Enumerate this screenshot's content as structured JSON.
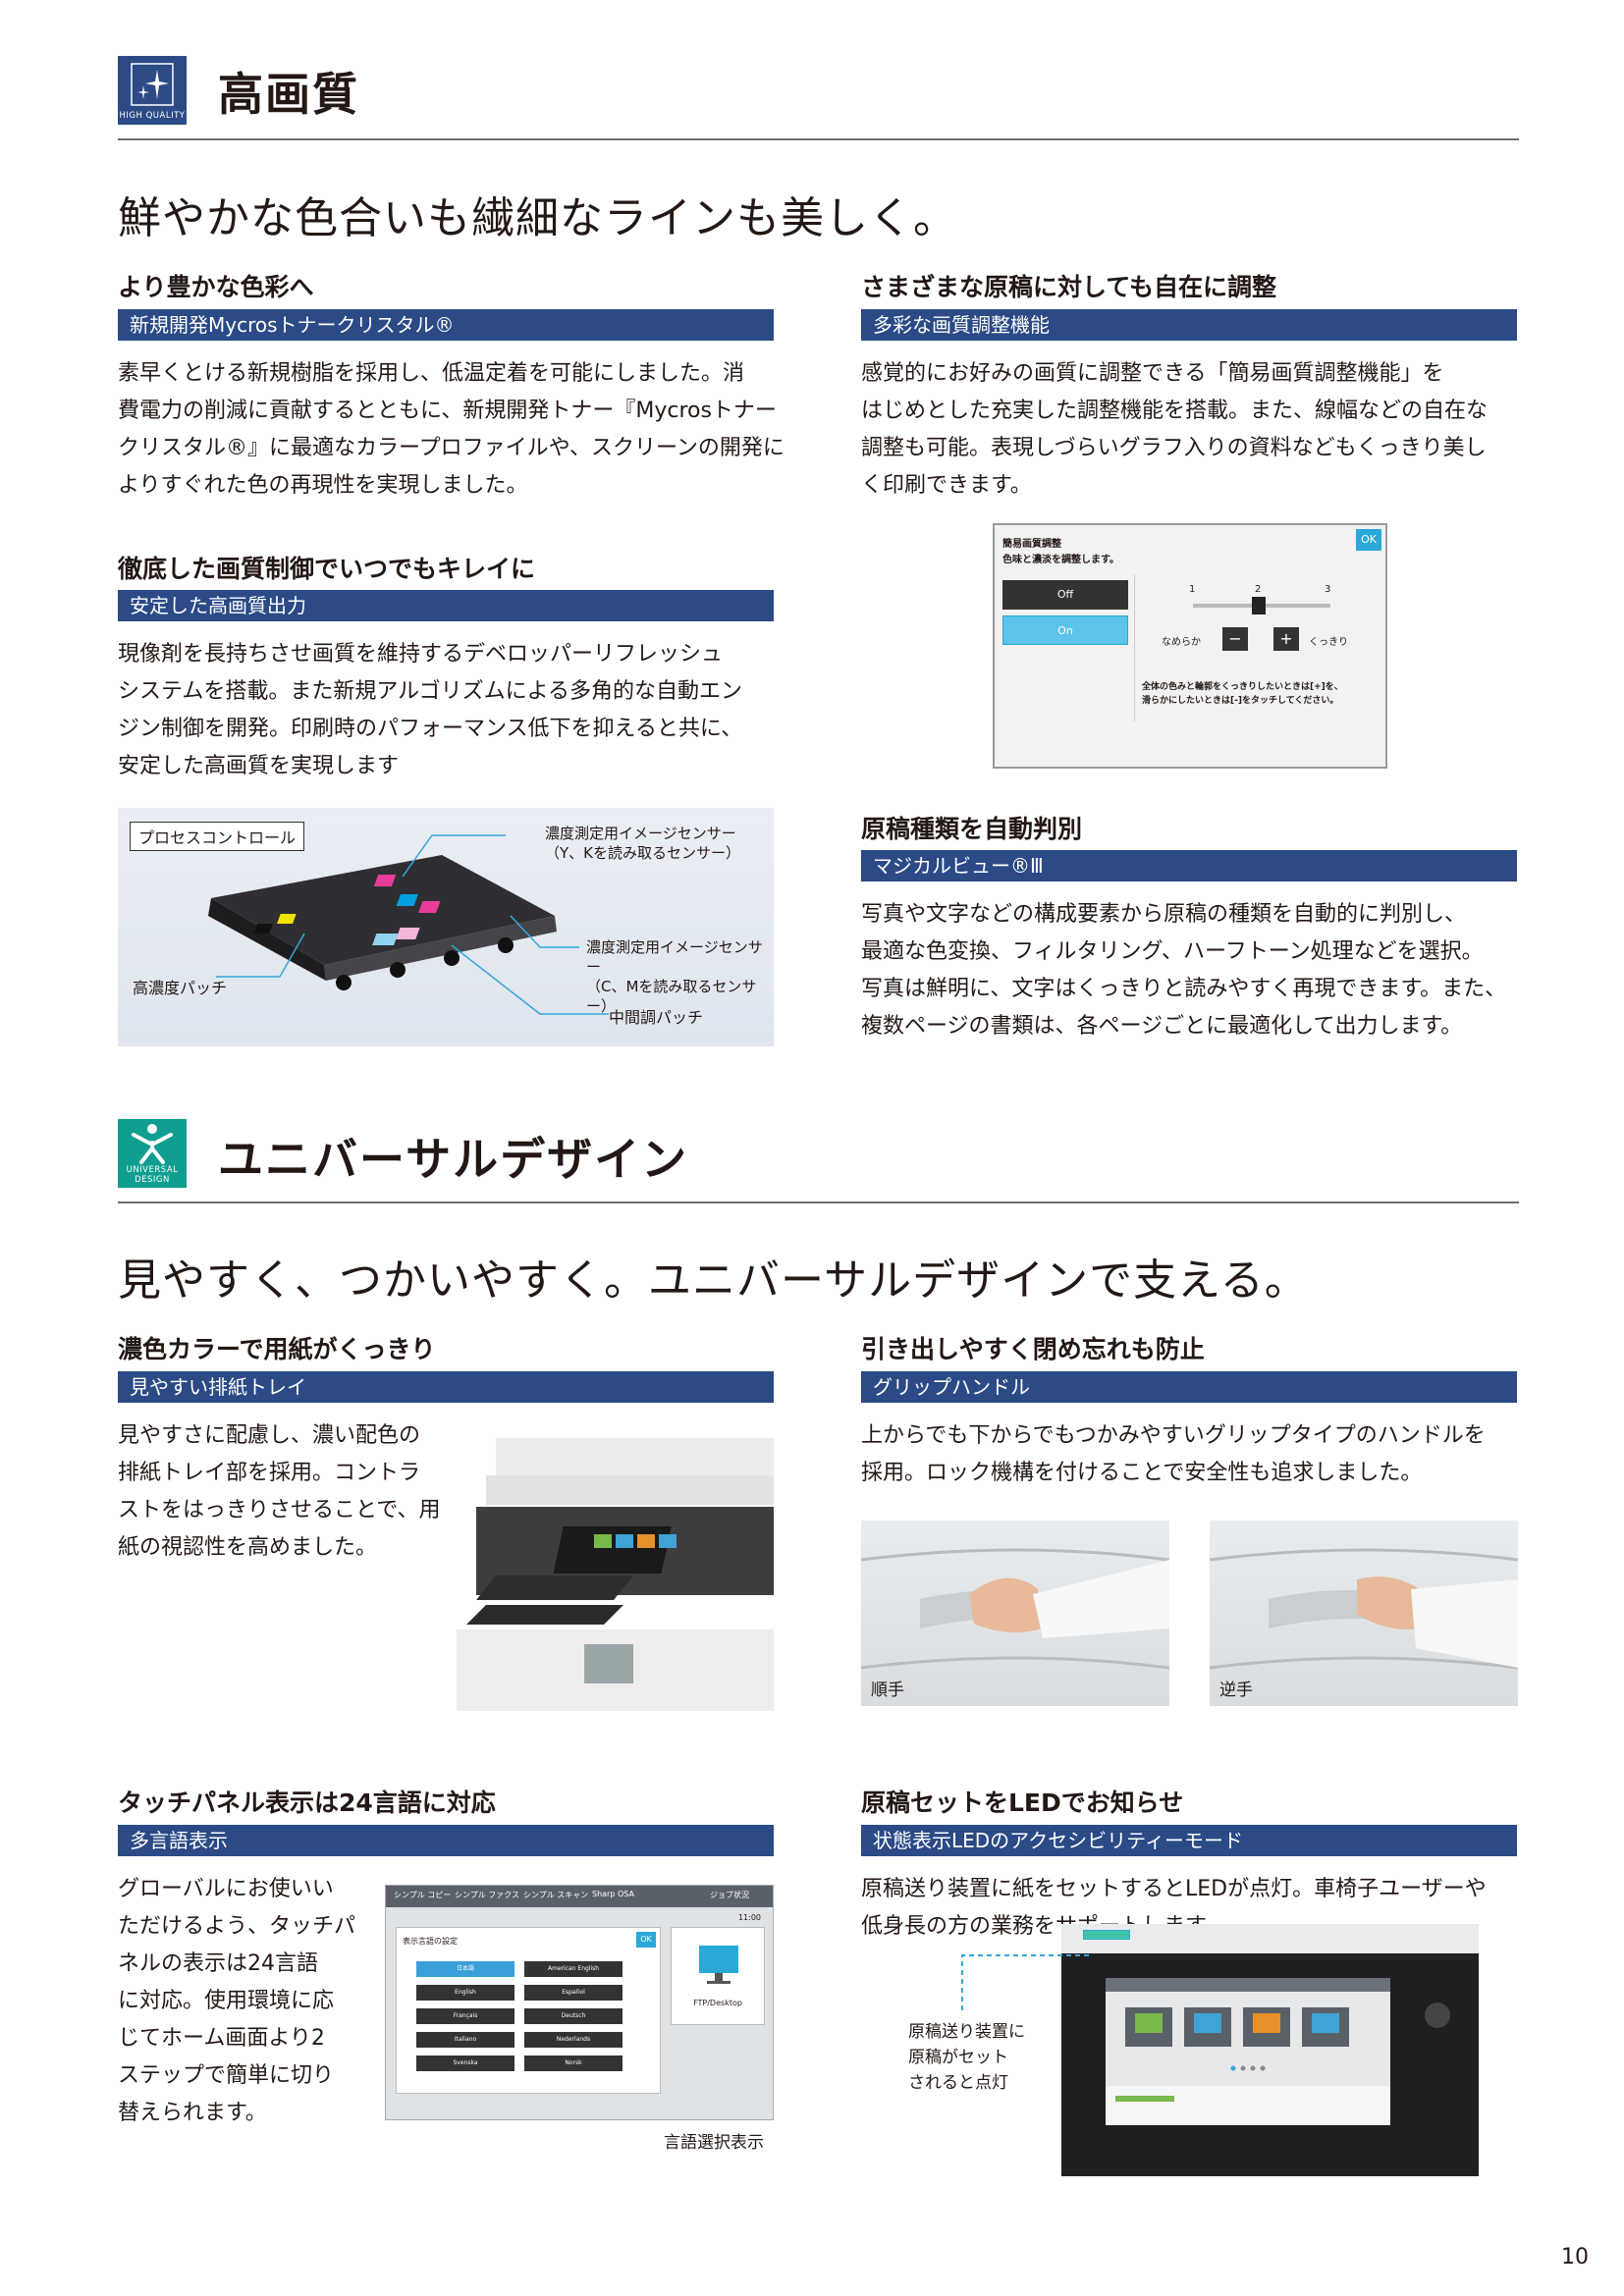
{
  "hq": {
    "icon_caption": "HIGH QUALITY",
    "title": "高画質",
    "headline": "鮮やかな色合いも繊細なラインも美しく。",
    "left1": {
      "heading": "より豊かな色彩へ",
      "bar": "新規開発Mycrosトナークリスタル®",
      "lines": [
        "素早くとける新規樹脂を採用し、低温定着を可能にしました。消",
        "費電力の削減に貢献するとともに、新規開発トナー『Mycrosトナー",
        "クリスタル®』に最適なカラープロファイルや、スクリーンの開発に",
        "よりすぐれた色の再現性を実現しました。"
      ]
    },
    "left2": {
      "heading": "徹底した画質制御でいつでもキレイに",
      "bar": "安定した高画質出力",
      "lines": [
        "現像剤を長持ちさせ画質を維持するデベロッパーリフレッシュ",
        "システムを搭載。また新規アルゴリズムによる多角的な自動エン",
        "ジン制御を開発。印刷時のパフォーマンス低下を抑えると共に、",
        "安定した高画質を実現します"
      ]
    },
    "process": {
      "label": "プロセスコントロール",
      "sensor1": "濃度測定用イメージセンサー",
      "sensor1_sub": "（Y、Kを読み取るセンサー）",
      "sensor2": "濃度測定用イメージセンサー",
      "sensor2_sub": "（C、Mを読み取るセンサー）",
      "high_patch": "高濃度パッチ",
      "mid_patch": "中間調パッチ"
    },
    "right1": {
      "heading": "さまざまな原稿に対しても自在に調整",
      "bar": "多彩な画質調整機能",
      "lines": [
        "感覚的にお好みの画質に調整できる「簡易画質調整機能」を",
        "はじめとした充実した調整機能を搭載。また、線幅などの自在な",
        "調整も可能。表現しづらいグラフ入りの資料などもくっきり美し",
        "く印刷できます。"
      ]
    },
    "panel": {
      "title": "簡易画質調整",
      "subtitle": "色味と濃淡を調整します。",
      "ok": "OK",
      "off": "Off",
      "on": "On",
      "t1": "1",
      "t2": "2",
      "t3": "3",
      "smooth": "なめらか",
      "sharp": "くっきり",
      "minus": "−",
      "plus": "+",
      "note1": "全体の色みと輪郭をくっきりしたいときは[+]を、",
      "note2": "滑らかにしたいときは[-]をタッチしてください。"
    },
    "right2": {
      "heading": "原稿種類を自動判別",
      "bar": "マジカルビュー®Ⅲ",
      "lines": [
        "写真や文字などの構成要素から原稿の種類を自動的に判別し、",
        "最適な色変換、フィルタリング、ハーフトーン処理などを選択。",
        "写真は鮮明に、文字はくっきりと読みやすく再現できます。また、",
        "複数ページの書類は、各ページごとに最適化して出力します。"
      ]
    }
  },
  "ud": {
    "icon_caption1": "UNIVERSAL",
    "icon_caption2": "DESIGN",
    "title": "ユニバーサルデザイン",
    "headline": "見やすく、つかいやすく。ユニバーサルデザインで支える。",
    "left1": {
      "heading": "濃色カラーで用紙がくっきり",
      "bar": "見やすい排紙トレイ",
      "lines": [
        "見やすさに配慮し、濃い配色の",
        "排紙トレイ部を採用。コントラ",
        "ストをはっきりさせることで、用",
        "紙の視認性を高めました。"
      ]
    },
    "right1": {
      "heading": "引き出しやすく閉め忘れも防止",
      "bar": "グリップハンドル",
      "lines": [
        "上からでも下からでもつかみやすいグリップタイプのハンドルを",
        "採用。ロック機構を付けることで安全性も追求しました。"
      ],
      "photo1": "順手",
      "photo2": "逆手"
    },
    "left2": {
      "heading": "タッチパネル表示は24言語に対応",
      "bar": "多言語表示",
      "lines": [
        "グローバルにお使いい",
        "ただけるよう、タッチパ",
        "ネルの表示は24言語",
        "に対応。使用環境に応",
        "じてホーム画面より2",
        "ステップで簡単に切り",
        "替えられます。"
      ],
      "caption": "言語選択表示",
      "lang_title": "表示言語の設定",
      "ok": "OK",
      "time": "11:00",
      "ftp": "FTP/Desktop",
      "tabs": [
        "シンプル コピー",
        "シンプル ファクス",
        "シンプル スキャン",
        "Sharp OSA",
        "ジョブ状況"
      ],
      "langs": [
        "日本語",
        "American English",
        "English",
        "Español",
        "Français",
        "Deutsch",
        "Italiano",
        "Nederlands",
        "Svenska",
        "Norsk"
      ]
    },
    "right2": {
      "heading": "原稿セットをLEDでお知らせ",
      "bar": "状態表示LEDのアクセシビリティーモード",
      "lines": [
        "原稿送り装置に紙をセットするとLEDが点灯。車椅子ユーザーや",
        "低身長の方の業務をサポートします。"
      ],
      "callout": [
        "原稿送り装置に",
        "原稿がセット",
        "されると点灯"
      ]
    }
  },
  "page_number": "10"
}
